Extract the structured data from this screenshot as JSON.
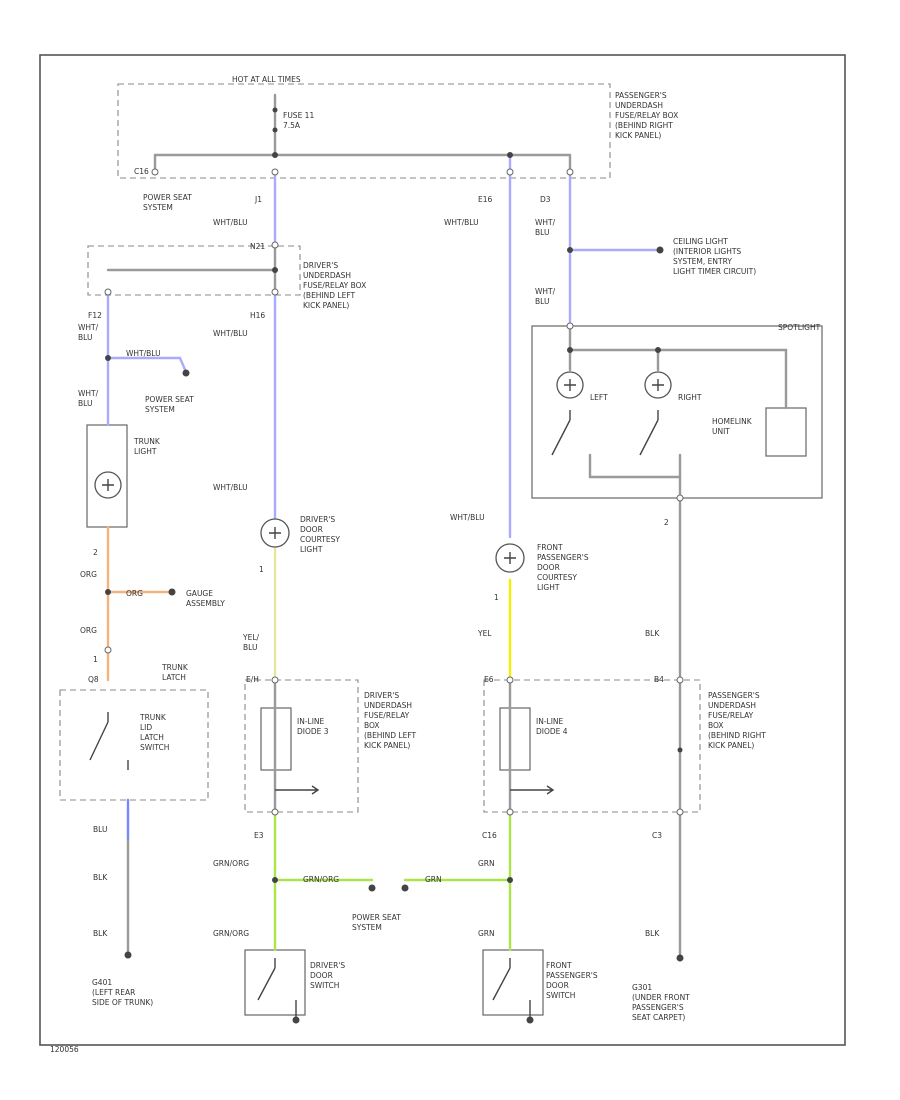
{
  "colors": {
    "white_blue": "#aaaaff",
    "orange": "#f5b27a",
    "yellow": "#f0f000",
    "green": "#a8e64a",
    "blue": "#7a86ff",
    "black": "#444444"
  },
  "labels": {
    "hot_timer": "HOT AT ALL TIMES",
    "fuse": "FUSE 11\n7.5A",
    "pass_fuse_box": "PASSENGER'S\nUNDERDASH\nFUSE/RELAY BOX\n(BEHIND RIGHT\nKICK PANEL)",
    "c16": "C16",
    "power_seat_1": "POWER SEAT\nSYSTEM",
    "j1": "J1",
    "e16": "E16",
    "d3": "D3",
    "wht_blu_1": "WHT/BLU",
    "wht_blu_2": "WHT/BLU",
    "wht_blu_3": "WHT/\nBLU",
    "ceiling_light": "CEILING LIGHT\n(INTERIOR LIGHTS\nSYSTEM, ENTRY\nLIGHT TIMER CIRCUIT)",
    "driver_fuse_box": "DRIVER'S\nUNDERDASH\nFUSE/RELAY BOX\n(BEHIND LEFT\nKICK PANEL)",
    "n21": "N21",
    "f12": "F12",
    "h16": "H16",
    "wht_blu_f12": "WHT/\nBLU",
    "wht_blu_h16": "WHT/BLU",
    "wht_blu_spot": "WHT/\nBLU",
    "spotlight": "SPOTLIGHT",
    "left": "LEFT",
    "right": "RIGHT",
    "homelink": "HOMELINK\nUNIT",
    "power_seat_2": "POWER SEAT\nSYSTEM",
    "wht_blu_small": "WHT/BLU",
    "wht_blu_trunk": "WHT/\nBLU",
    "trunk_light": "TRUNK\nLIGHT",
    "wht_blu_dcl": "WHT/BLU",
    "drivers_courtesy": "DRIVER'S\nDOOR\nCOURTESY\nLIGHT",
    "wht_blu_pcl": "WHT/BLU",
    "front_pass_courtesy": "FRONT\nPASSENGER'S\nDOOR\nCOURTESY\nLIGHT",
    "num_2": "2",
    "num_1a": "1",
    "num_1b": "1",
    "num_1c": "1",
    "num_2b": "2",
    "org_1": "ORG",
    "org_small": "ORG",
    "gauge_assembly": "GAUGE\nASSEMBLY",
    "org_2": "ORG",
    "yel_blu": "YEL/\nBLU",
    "yel": "YEL",
    "blk_right": "BLK",
    "trunk_latch": "TRUNK\nLATCH",
    "trunk_lid_switch": "TRUNK\nLID\nLATCH\nSWITCH",
    "q8": "Q8",
    "q_in_left": "E/H",
    "e6": "E6",
    "b4": "B4",
    "drivers_fuse_box_2": "DRIVER'S\nUNDERDASH\nFUSE/RELAY\nBOX\n(BEHIND LEFT\nKICK PANEL)",
    "inline_diode_3": "IN-LINE\nDIODE 3",
    "inline_diode_4": "IN-LINE\nDIODE 4",
    "pass_fuse_box_2": "PASSENGER'S\nUNDERDASH\nFUSE/RELAY\nBOX\n(BEHIND RIGHT\nKICK PANEL)",
    "blu": "BLU",
    "e3": "E3",
    "c16b": "C16",
    "c3": "C3",
    "blk_1": "BLK",
    "grn_org": "GRN/ORG",
    "grn_org_small": "GRN/ORG",
    "grn_small": "GRN",
    "grn": "GRN",
    "power_seat_3": "POWER SEAT\nSYSTEM",
    "blk_2": "BLK",
    "grn_org_2": "GRN/ORG",
    "grn_2": "GRN",
    "blk_3": "BLK",
    "drivers_door_switch": "DRIVER'S\nDOOR\nSWITCH",
    "front_pass_door_switch": "FRONT\nPASSENGER'S\nDOOR\nSWITCH",
    "g401": "G401\n(LEFT REAR\nSIDE OF TRUNK)",
    "g301": "G301\n(UNDER FRONT\nPASSENGER'S\nSEAT CARPET)",
    "footer_code": "120056"
  }
}
